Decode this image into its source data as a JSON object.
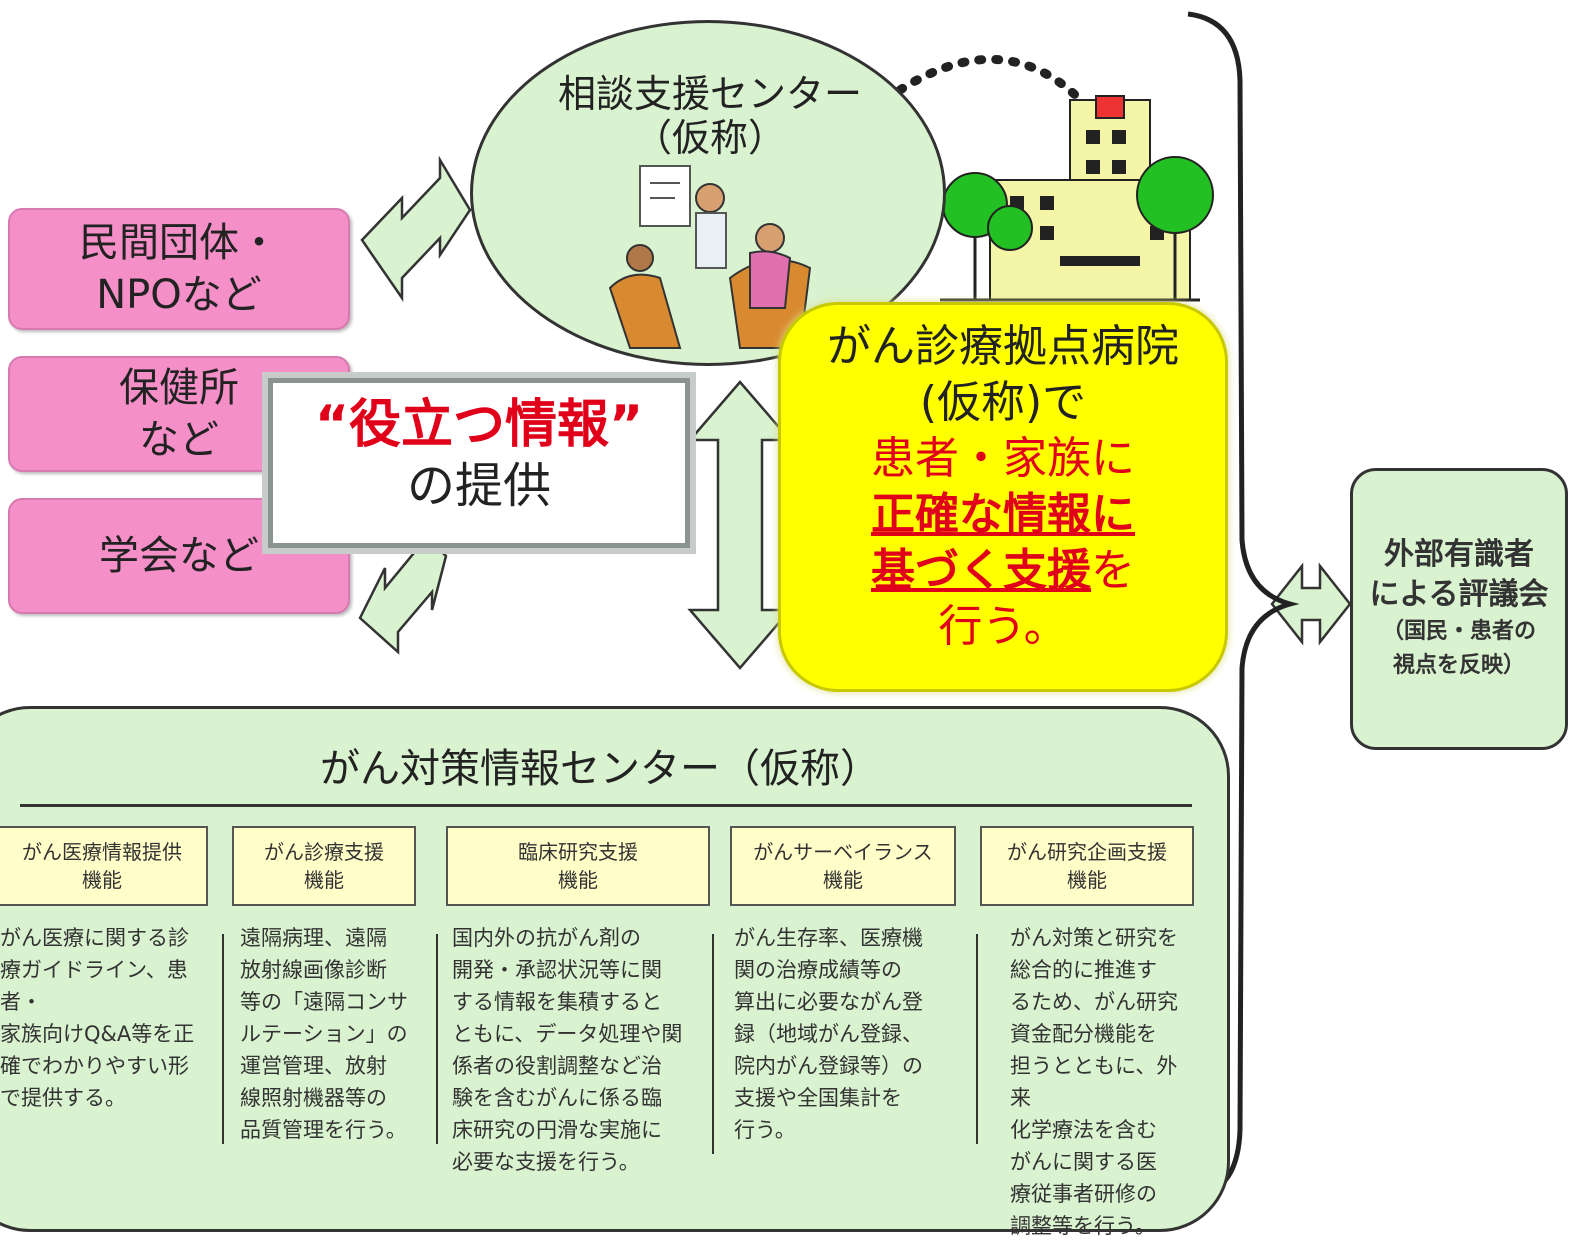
{
  "left_boxes": [
    {
      "label": "民間団体・\nNPOなど"
    },
    {
      "label": "保健所\nなど"
    },
    {
      "label": "学会など"
    }
  ],
  "consultation_center": {
    "title": "相談支援センター\n（仮称）"
  },
  "info_box": {
    "title": "“役立つ情報”",
    "subtitle": "の提供"
  },
  "hospital_box": {
    "line1": "がん診療拠点病院",
    "line2": "(仮称)で",
    "line3": "患者・家族に",
    "line4": "正確な情報に",
    "line5_a": "基づく支援",
    "line5_b": "を",
    "line6": "行う。"
  },
  "external_committee": {
    "line1": "外部有識者",
    "line2": "による評議会",
    "line3": "（国民・患者の",
    "line4": "視点を反映）"
  },
  "cancer_center": {
    "title": "がん対策情報センター（仮称）",
    "functions": [
      {
        "head": "がん医療情報提供\n機能",
        "desc": "がん医療に関する診\n療ガイドライン、患者・\n家族向けQ&A等を正\n確でわかりやすい形\nで提供する。"
      },
      {
        "head": "がん診療支援\n機能",
        "desc": "遠隔病理、遠隔\n放射線画像診断\n等の「遠隔コンサ\nルテーション」の\n運営管理、放射\n線照射機器等の\n品質管理を行う。"
      },
      {
        "head": "臨床研究支援\n機能",
        "desc": "国内外の抗がん剤の\n開発・承認状況等に関\nする情報を集積すると\nともに、データ処理や関\n係者の役割調整など治\n験を含むがんに係る臨\n床研究の円滑な実施に\n必要な支援を行う。"
      },
      {
        "head": "がんサーベイランス\n機能",
        "desc": "がん生存率、医療機\n関の治療成績等の\n算出に必要ながん登\n録（地域がん登録、\n院内がん登録等）の\n支援や全国集計を\n行う。"
      },
      {
        "head": "がん研究企画支援\n機能",
        "desc": "がん対策と研究を\n総合的に推進す\nるため、がん研究\n資金配分機能を\n担うとともに、外来\n化学療法を含む\nがんに関する医\n療従事者研修の\n調整等を行う。"
      }
    ]
  },
  "colors": {
    "pink": "#f48fc8",
    "green": "#d9f2cf",
    "yellow": "#ffff00",
    "red": "#e0001a"
  }
}
